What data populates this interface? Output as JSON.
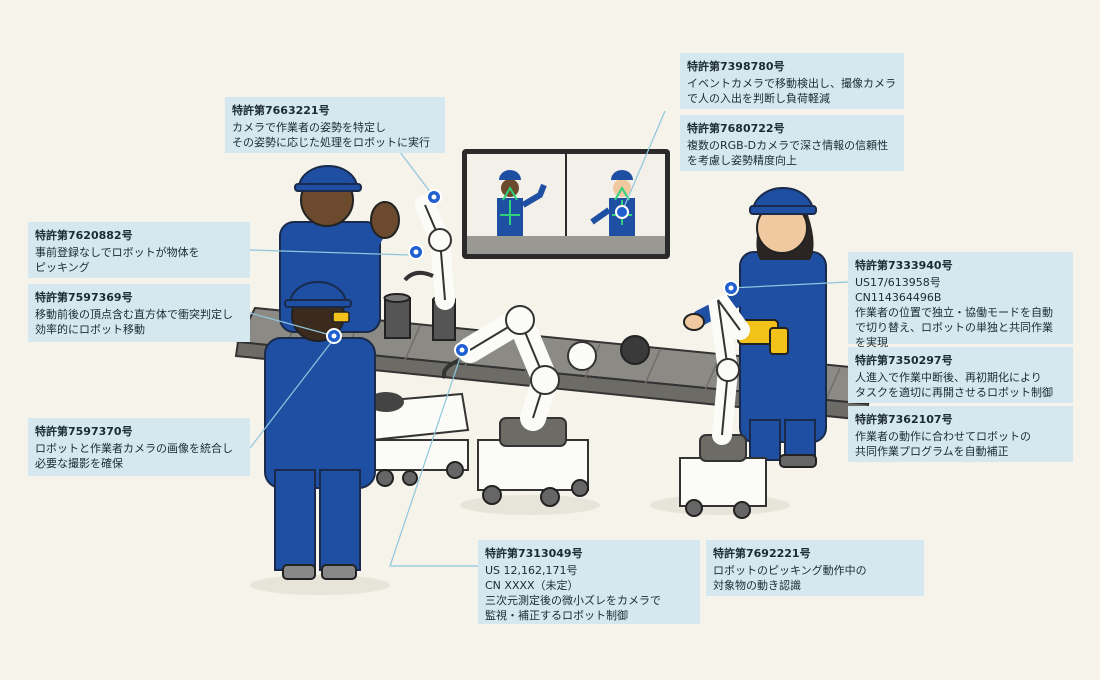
{
  "colors": {
    "background": "#f5f3ea",
    "callout_fill": "#d5e8ef",
    "leader_line": "#8fc6dd",
    "worker_uniform": "#1f4fa3",
    "helmet": "#1f4fa3",
    "robot_marker": "#1f5fd0",
    "conveyor": "#8c8a85",
    "screen_frame": "#2a2a2a",
    "pose_overlay": "#2fd07a",
    "tool_yellow": "#f2c21b"
  },
  "callouts": [
    {
      "id": "7663221",
      "number": "特許第7663221号",
      "lines": [
        "カメラで作業者の姿勢を特定し",
        "その姿勢に応じた処理をロボットに実行"
      ]
    },
    {
      "id": "7398780",
      "number": "特許第7398780号",
      "lines": [
        "イベントカメラで移動検出し、撮像カメラ",
        "で人の入出を判断し負荷軽減"
      ]
    },
    {
      "id": "7680722",
      "number": "特許第7680722号",
      "lines": [
        "複数のRGB-Dカメラで深さ情報の信頼性",
        "を考慮し姿勢精度向上"
      ]
    },
    {
      "id": "7620882",
      "number": "特許第7620882号",
      "lines": [
        "事前登録なしでロボットが物体を",
        "ピッキング"
      ]
    },
    {
      "id": "7597369",
      "number": "特許第7597369号",
      "lines": [
        "移動前後の頂点含む直方体で衝突判定し",
        "効率的にロボット移動"
      ]
    },
    {
      "id": "7333940",
      "number": "特許第7333940号",
      "lines": [
        "US17/613958号",
        "CN114364496B",
        "作業者の位置で独立・協働モードを自動",
        "で切り替え、ロボットの単独と共同作業",
        "を実現"
      ]
    },
    {
      "id": "7350297",
      "number": "特許第7350297号",
      "lines": [
        "人進入で作業中断後、再初期化により",
        "タスクを適切に再開させるロボット制御"
      ]
    },
    {
      "id": "7362107",
      "number": "特許第7362107号",
      "lines": [
        "作業者の動作に合わせてロボットの",
        "共同作業プログラムを自動補正"
      ]
    },
    {
      "id": "7597370",
      "number": "特許第7597370号",
      "lines": [
        "ロボットと作業者カメラの画像を統合し",
        "必要な撮影を確保"
      ]
    },
    {
      "id": "7313049",
      "number": "特許第7313049号",
      "lines": [
        "US 12,162,171号",
        "CN XXXX（未定）",
        "三次元測定後の微小ズレをカメラで",
        "監視・補正するロボット制御"
      ]
    },
    {
      "id": "7692221",
      "number": "特許第7692221号",
      "lines": [
        "ロボットのピッキング動作中の",
        "対象物の動き認識"
      ]
    }
  ]
}
